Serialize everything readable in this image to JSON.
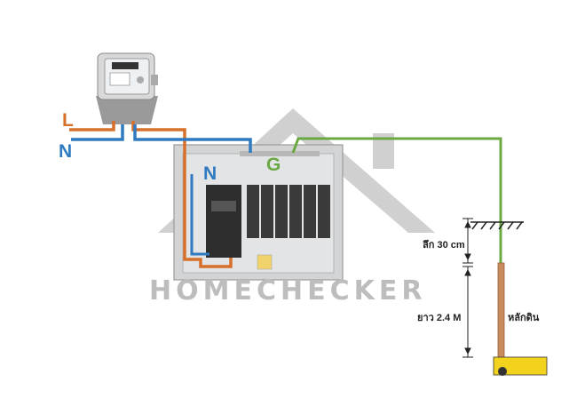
{
  "labels": {
    "line": "L",
    "neutral_in": "N",
    "neutral_bar": "N",
    "ground_bar": "G",
    "depth": "ลึก 30 cm",
    "length": "ยาว 2.4 M",
    "rod": "หลักดิน"
  },
  "watermark": "HOMECHECKER",
  "colors": {
    "line_wire": "#d6702a",
    "neutral_wire": "#2f7ac0",
    "ground_wire": "#6aa842",
    "rod": "#c98a5c",
    "watermark": "#bdbdbd"
  }
}
